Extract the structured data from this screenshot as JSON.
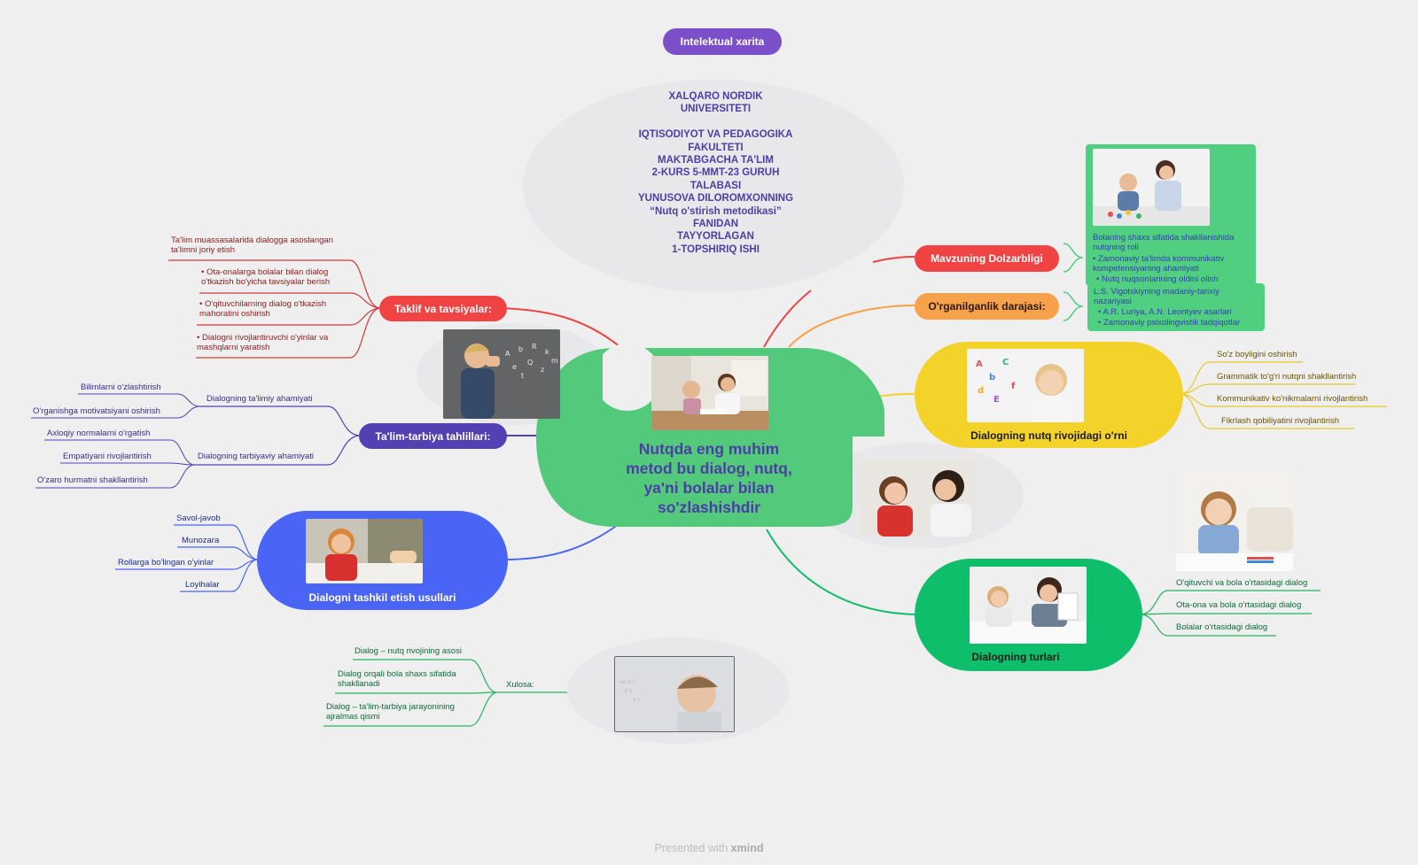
{
  "top_badge": "Intelektual xarita",
  "header_lines": [
    "XALQARO NORDIK",
    "UNIVERSITETI",
    "",
    "IQTISODIYOT VA PEDAGOGIKA",
    "FAKULTETI",
    "MAKTABGACHA TA'LIM",
    "2-KURS 5-MMT-23 GURUH",
    "TALABASI",
    "YUNUSOVA DILOROMXONNING",
    "“Nutq o'stirish metodikasi”",
    "FANIDAN",
    "TAYYORLAGAN",
    "1-TOPSHIRIQ ISHI"
  ],
  "central": {
    "title": "Nutqda eng muhim metod bu dialog, nutq, ya'ni bolalar bilan so'zlashishdir",
    "image": "teacher-with-girl-photo"
  },
  "taklif": {
    "label": "Taklif va tavsiyalar:",
    "items": [
      "Ta'lim muassasalarida dialogga asoslangan ta'limni joriy etish",
      "• Ota-onalarga bolalar bilan dialog o'tkazish bo'yicha tavsiyalar berish",
      "• O'qituvchilarning dialog o'tkazish mahoratini oshirish",
      "• Dialogni rivojlantiruvchi o'yinlar va mashqlarni yaratish"
    ]
  },
  "tahlil": {
    "label": "Ta'lim-tarbiya tahlillari:",
    "groups": [
      {
        "label": "Dialogning ta'limiy ahamiyati",
        "items": [
          "Bilimlarni o'zlashtirish",
          "O'rganishga motivatsiyani oshirish"
        ]
      },
      {
        "label": "Dialogning tarbiyaviy ahamiyati",
        "items": [
          "Axloqiy normalarni o'rgatish",
          "Empatiyani rivojlantirish",
          "O'zaro hurmatni shakllantirish"
        ]
      }
    ]
  },
  "usullar": {
    "label": "Dialogni tashkil etish usullari",
    "items": [
      "Savol-javob",
      "Munozara",
      "Rollarga bo'lingan o'yinlar",
      "Loyihalar"
    ]
  },
  "xulosa": {
    "label": "Xulosa:",
    "items": [
      "Dialog – nutq rivojining asosi",
      "Dialog orqali bola shaxs sifatida shakllanadi",
      "Dialog – ta'lim-tarbiya jarayonining ajralmas qismi"
    ]
  },
  "dolzarblik": {
    "label": "Mavzuning Dolzarbligi",
    "items": [
      "Bolaning shaxs sifatida shakllanishida nutqning roli",
      "• Zamonaviy ta'limda kommunikativ kompetensiyaning ahamiyati",
      "• Nutq nuqsonlarining oldini olish"
    ]
  },
  "organilganlik": {
    "label": "O'rganilganlik darajasi:",
    "items": [
      "L.S. Vigotskiyning madaniy-tarixiy nazariyasi",
      "• A.R. Luriya, A.N. Leontyev asarlari",
      "• Zamonaviy psixolingvistik tadqiqotlar"
    ]
  },
  "nutq_rivoj": {
    "label": "Dialogning nutq rivojidagi o'rni",
    "items": [
      "So'z boyligini oshirish",
      "Grammatik to'g'ri nutqni shakllantirish",
      "Kommunikativ ko'nikmalarni rivojlantirish",
      "Fikrlash qobiliyatini rivojlantirish"
    ]
  },
  "turlari": {
    "label": "Dialogning turlari",
    "items": [
      "O'qituvchi va bola o'rtasidagi dialog",
      "Ota-ona va bola o'rtasidagi dialog",
      "Bolalar o'rtasidagi dialog"
    ]
  },
  "footer": {
    "prefix": "Presented with",
    "brand": "xmind"
  },
  "colors": {
    "background": "#efefef",
    "central_green": "#53c97c",
    "red": "#f04343",
    "orange": "#f7a14a",
    "yellow": "#f3d22a",
    "green": "#0fbe6a",
    "blue": "#4a65f5",
    "indigo": "#5340b3",
    "purple": "#7b4fc9",
    "title_blue": "#4b3ea7"
  }
}
